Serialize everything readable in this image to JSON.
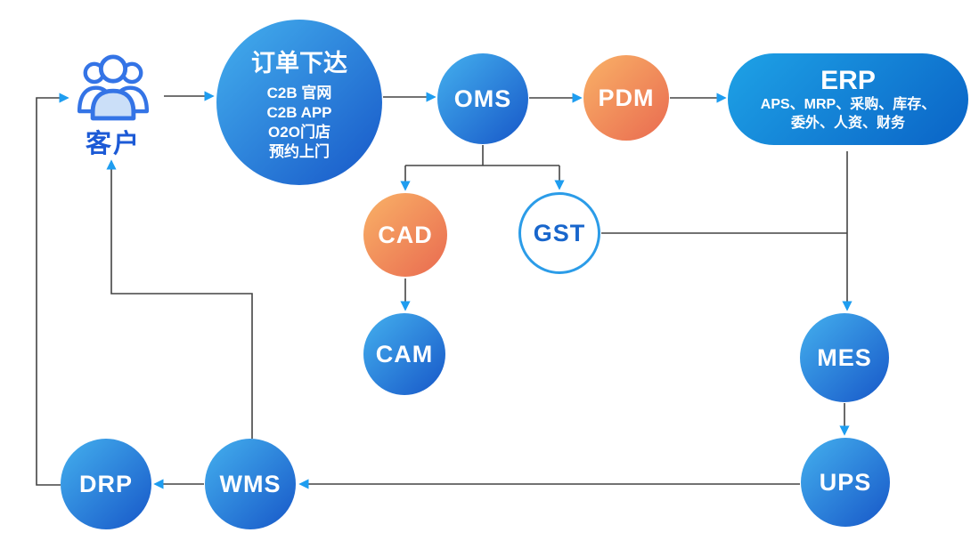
{
  "diagram": {
    "customer": {
      "label": "客户"
    },
    "order": {
      "title": "订单下达",
      "lines": [
        "C2B 官网",
        "C2B APP",
        "O2O门店",
        "预约上门"
      ]
    },
    "erp": {
      "title": "ERP",
      "sub1": "APS、MRP、采购、库存、",
      "sub2": "委外、人资、财务"
    },
    "nodes": {
      "oms": "OMS",
      "pdm": "PDM",
      "cad": "CAD",
      "gst": "GST",
      "cam": "CAM",
      "mes": "MES",
      "ups": "UPS",
      "wms": "WMS",
      "drp": "DRP"
    },
    "colors": {
      "blue_gradient_start": "#44b0ee",
      "blue_gradient_end": "#1757c8",
      "erp_gradient_start": "#1ea2e6",
      "erp_gradient_end": "#0a63c6",
      "orange_gradient_start": "#f9b267",
      "orange_gradient_end": "#e96a50",
      "gst_border": "#2b9ce8",
      "gst_text": "#1866cc",
      "customer_accent": "#3474e6",
      "customer_label_color": "#1c5ad6",
      "line_color": "#444444",
      "arrowhead_color": "#1e9df0"
    }
  }
}
